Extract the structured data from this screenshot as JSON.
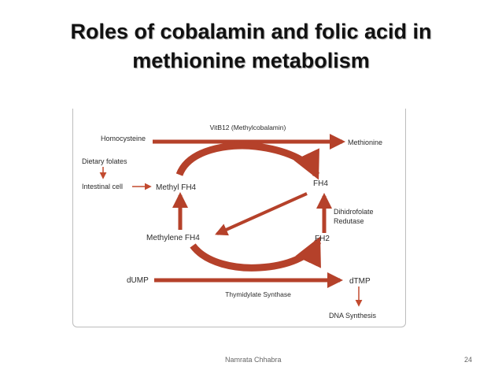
{
  "slide": {
    "title_line1": "Roles of cobalamin and folic acid in",
    "title_line2": "methionine metabolism",
    "footer_author": "Namrata Chhabra",
    "page_number": "24"
  },
  "diagram": {
    "colors": {
      "arrow": "#b5412a",
      "line": "#c24a2f",
      "frame": "#bdbdbd",
      "text": "#2b2b2b"
    },
    "labels": {
      "vitb12": "VitB12 (Methylcobalamin)",
      "homocysteine": "Homocysteine",
      "methionine": "Methionine",
      "dietary_folates": "Dietary folates",
      "intestinal_cell": "Intestinal cell",
      "methyl_fh4": "Methyl FH4",
      "fh4": "FH4",
      "dihidrofolate_line1": "Dihidrofolate",
      "dihidrofolate_line2": "Redutase",
      "methylene_fh4": "Methylene FH4",
      "fh2": "FH2",
      "dump": "dUMP",
      "dtmp": "dTMP",
      "thymidylate_synthase": "Thymidylate Synthase",
      "dna_synthesis": "DNA Synthesis"
    }
  }
}
